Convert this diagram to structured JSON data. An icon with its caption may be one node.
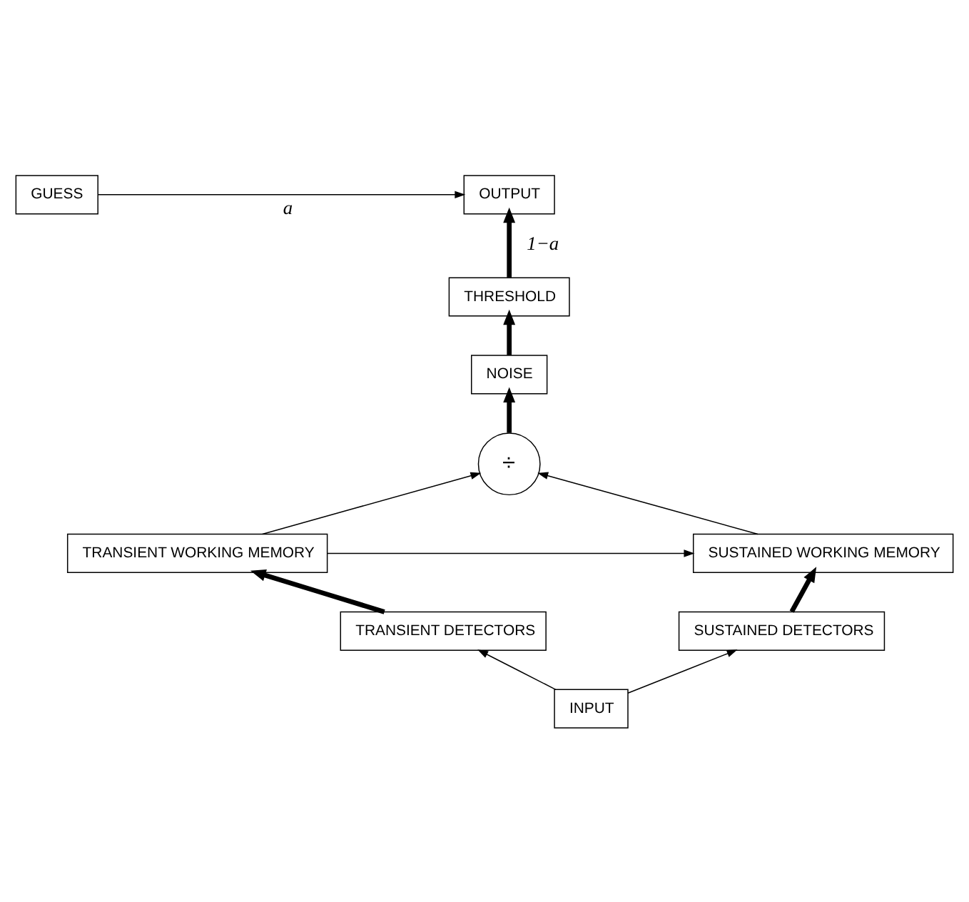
{
  "diagram": {
    "nodes": [
      {
        "text": [
          "OUTPUT"
        ]
      },
      {
        "text": [
          "GUESS"
        ]
      },
      {
        "text": [
          "THRESHOLD"
        ]
      },
      {
        "text": [
          "NOISE"
        ]
      },
      {
        "text": [
          "÷"
        ]
      },
      {
        "text": [
          "TRANSIENT WORKING MEMORY"
        ]
      },
      {
        "text": [
          "SUSTAINED WORKING MEMORY"
        ]
      },
      {
        "text": [
          "TRANSIENT DETECTORS"
        ]
      },
      {
        "text": [
          "SUSTAINED DETECTORS"
        ]
      },
      {
        "text": [
          "INPUT"
        ]
      }
    ],
    "edges": [
      {
        "from": 1,
        "to": 0,
        "arrow": "to",
        "label": "a"
      },
      {
        "from": 2,
        "to": 0,
        "arrow": "to",
        "label": "1−a",
        "style": "thick"
      },
      {
        "from": 3,
        "to": 2,
        "arrow": "to",
        "style": "thick"
      },
      {
        "from": 4,
        "to": 3,
        "arrow": "to",
        "style": "thick"
      },
      {
        "from": 5,
        "to": 4,
        "arrow": "to"
      },
      {
        "from": 6,
        "to": 4,
        "arrow": "to"
      },
      {
        "from": 5,
        "to": 6,
        "arrow": "to"
      },
      {
        "from": 7,
        "to": 5,
        "arrow": "to",
        "style": "thick"
      },
      {
        "from": 8,
        "to": 6,
        "arrow": "to",
        "style": "thick"
      },
      {
        "from": 9,
        "to": 7,
        "arrow": "to"
      },
      {
        "from": 9,
        "to": 8,
        "arrow": "to"
      }
    ]
  }
}
